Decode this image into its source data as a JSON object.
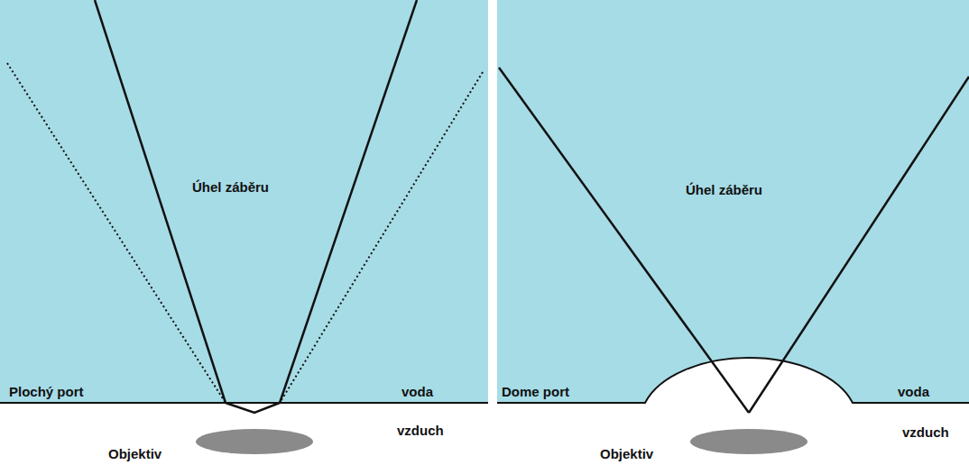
{
  "diagram": {
    "labels": [
      "Úhel záběru",
      "Plochý port",
      "voda",
      "vzduch",
      "Objektiv",
      "Úhel záběru",
      "Dome port",
      "voda",
      "vzduch",
      "Objektiv"
    ]
  }
}
